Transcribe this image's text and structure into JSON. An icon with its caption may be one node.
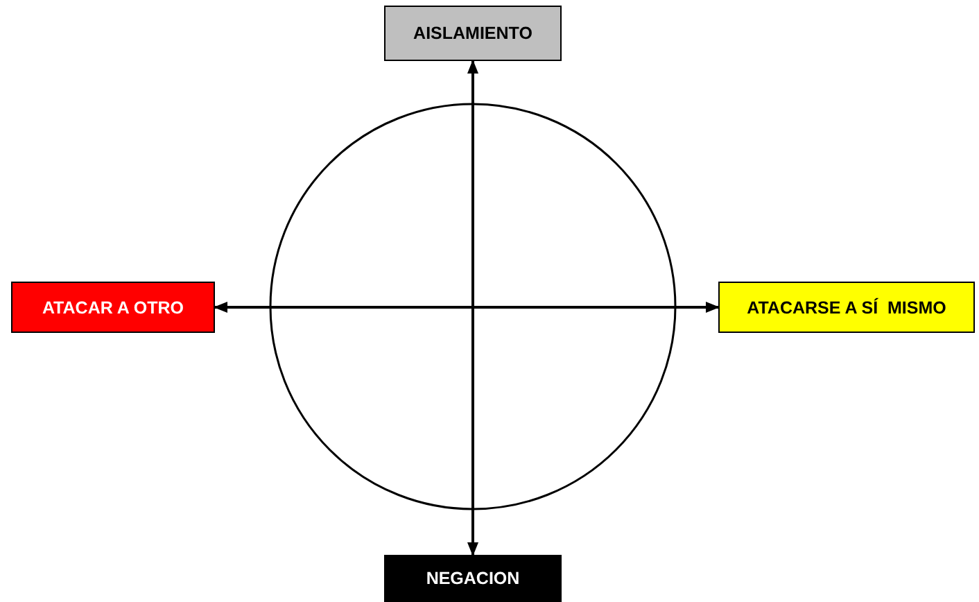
{
  "diagram": {
    "nodes": [
      {
        "text": [
          "AISLAMIENTO"
        ]
      },
      {
        "text": [
          "ATACAR A OTRO"
        ]
      },
      {
        "text": [
          "ATACARSE A SÍ  MISMO"
        ]
      },
      {
        "text": [
          "NEGACION"
        ]
      }
    ],
    "edges": [
      {
        "from": 0,
        "to": 3,
        "arrow": "both"
      },
      {
        "from": 1,
        "to": 2,
        "arrow": "both"
      }
    ]
  }
}
